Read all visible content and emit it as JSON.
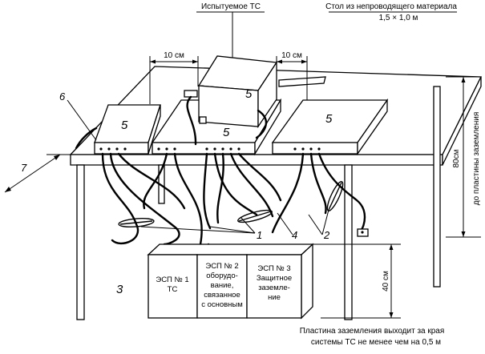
{
  "labels": {
    "device_under_test": "Испытуемое ТС",
    "table_title": "Стол из непроводящего материала",
    "table_size": "1,5 × 1,0 м",
    "spacing_left": "10 см",
    "spacing_right": "10 см",
    "height_table": "80см",
    "height_table_sub": "до пластины заземления",
    "height_lisn": "40 см",
    "ground_note_line1": "Пластина заземления выходит за края",
    "ground_note_line2": "системы ТС не менее чем на 0,5 м"
  },
  "lisn": [
    {
      "lines": [
        "ЭСП № 1",
        "ТС"
      ]
    },
    {
      "lines": [
        "ЭСП № 2",
        "оборудо-",
        "вание,",
        "связанное",
        "с основным"
      ]
    },
    {
      "lines": [
        "ЭСП № 3",
        "Защитное",
        "заземле-",
        "ние"
      ]
    }
  ],
  "callouts": {
    "box_left": "5",
    "box_center": "5",
    "box_right": "5",
    "box_top": "5",
    "n1": "1",
    "n2": "2",
    "n3": "3",
    "n4": "4",
    "n6": "6",
    "n7": "7"
  }
}
